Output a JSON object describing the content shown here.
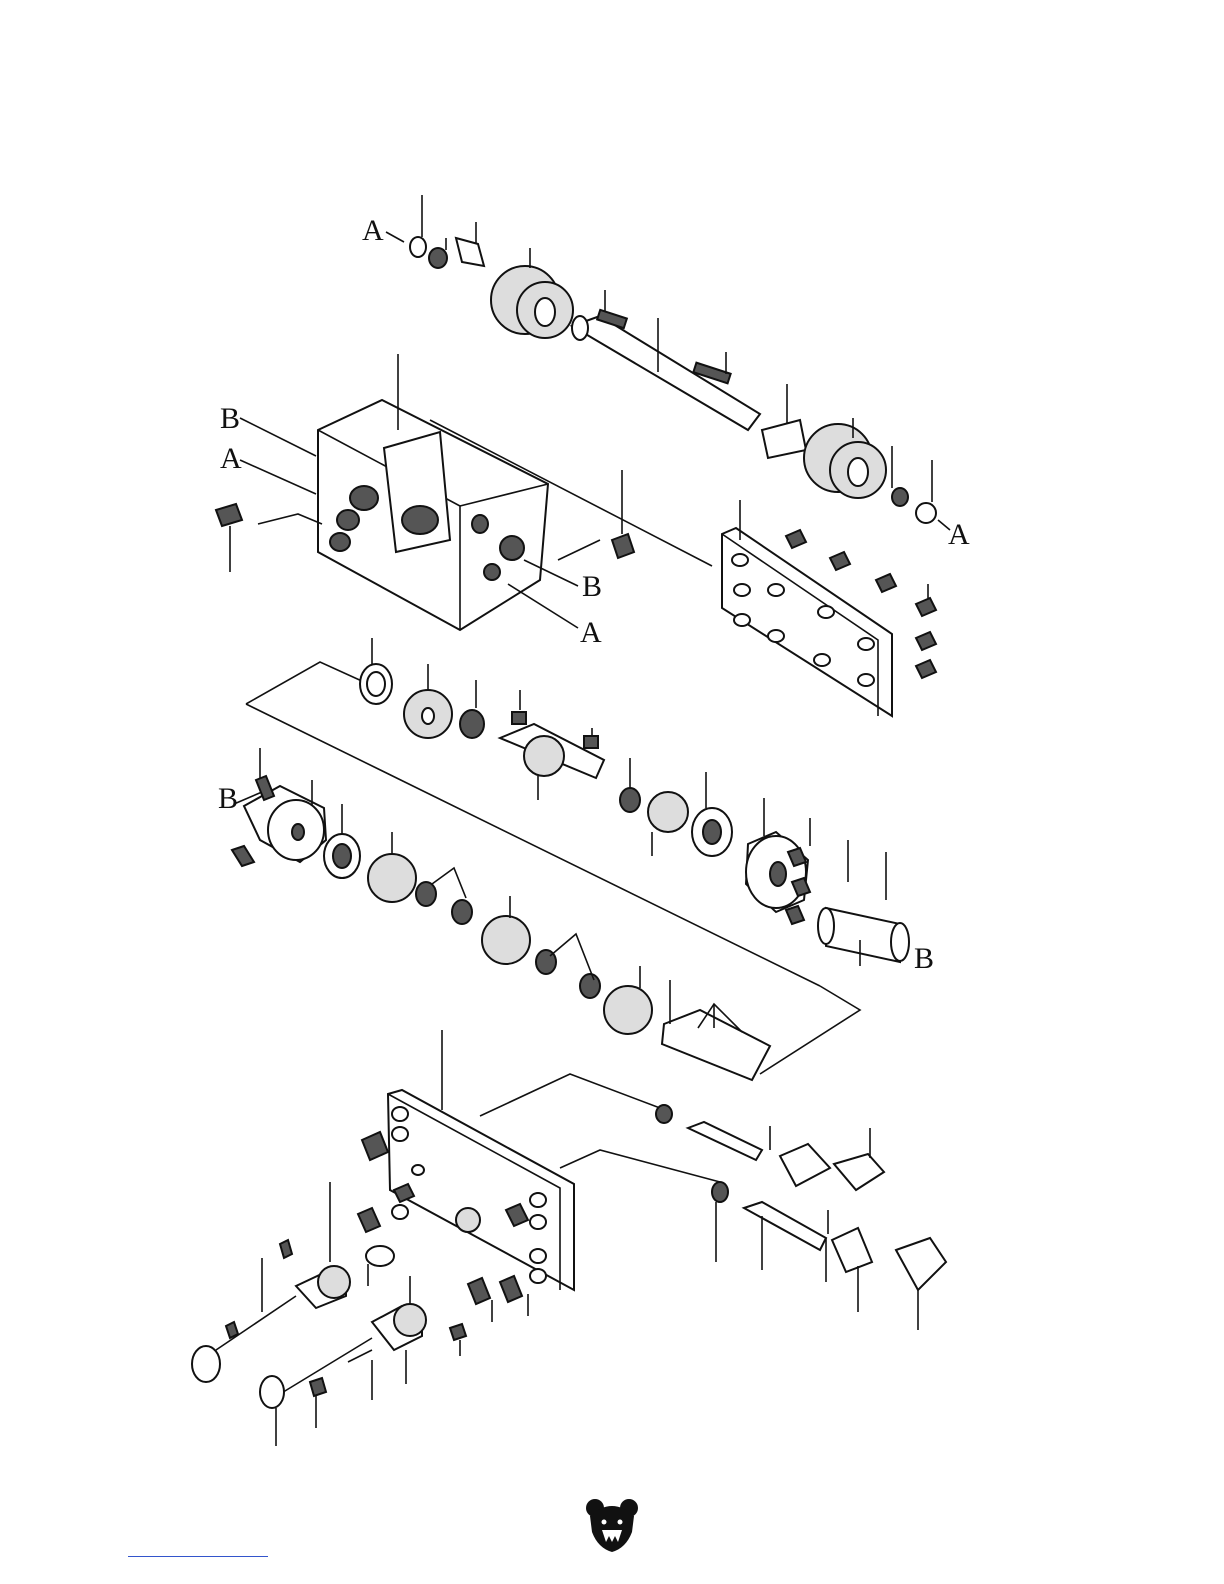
{
  "diagram": {
    "labels": {
      "A": "A",
      "B": "B"
    }
  },
  "colors": {
    "ink": "#111111",
    "footer_rule": "#3355cc"
  },
  "icons": {
    "logo": "bear-head-logo"
  }
}
